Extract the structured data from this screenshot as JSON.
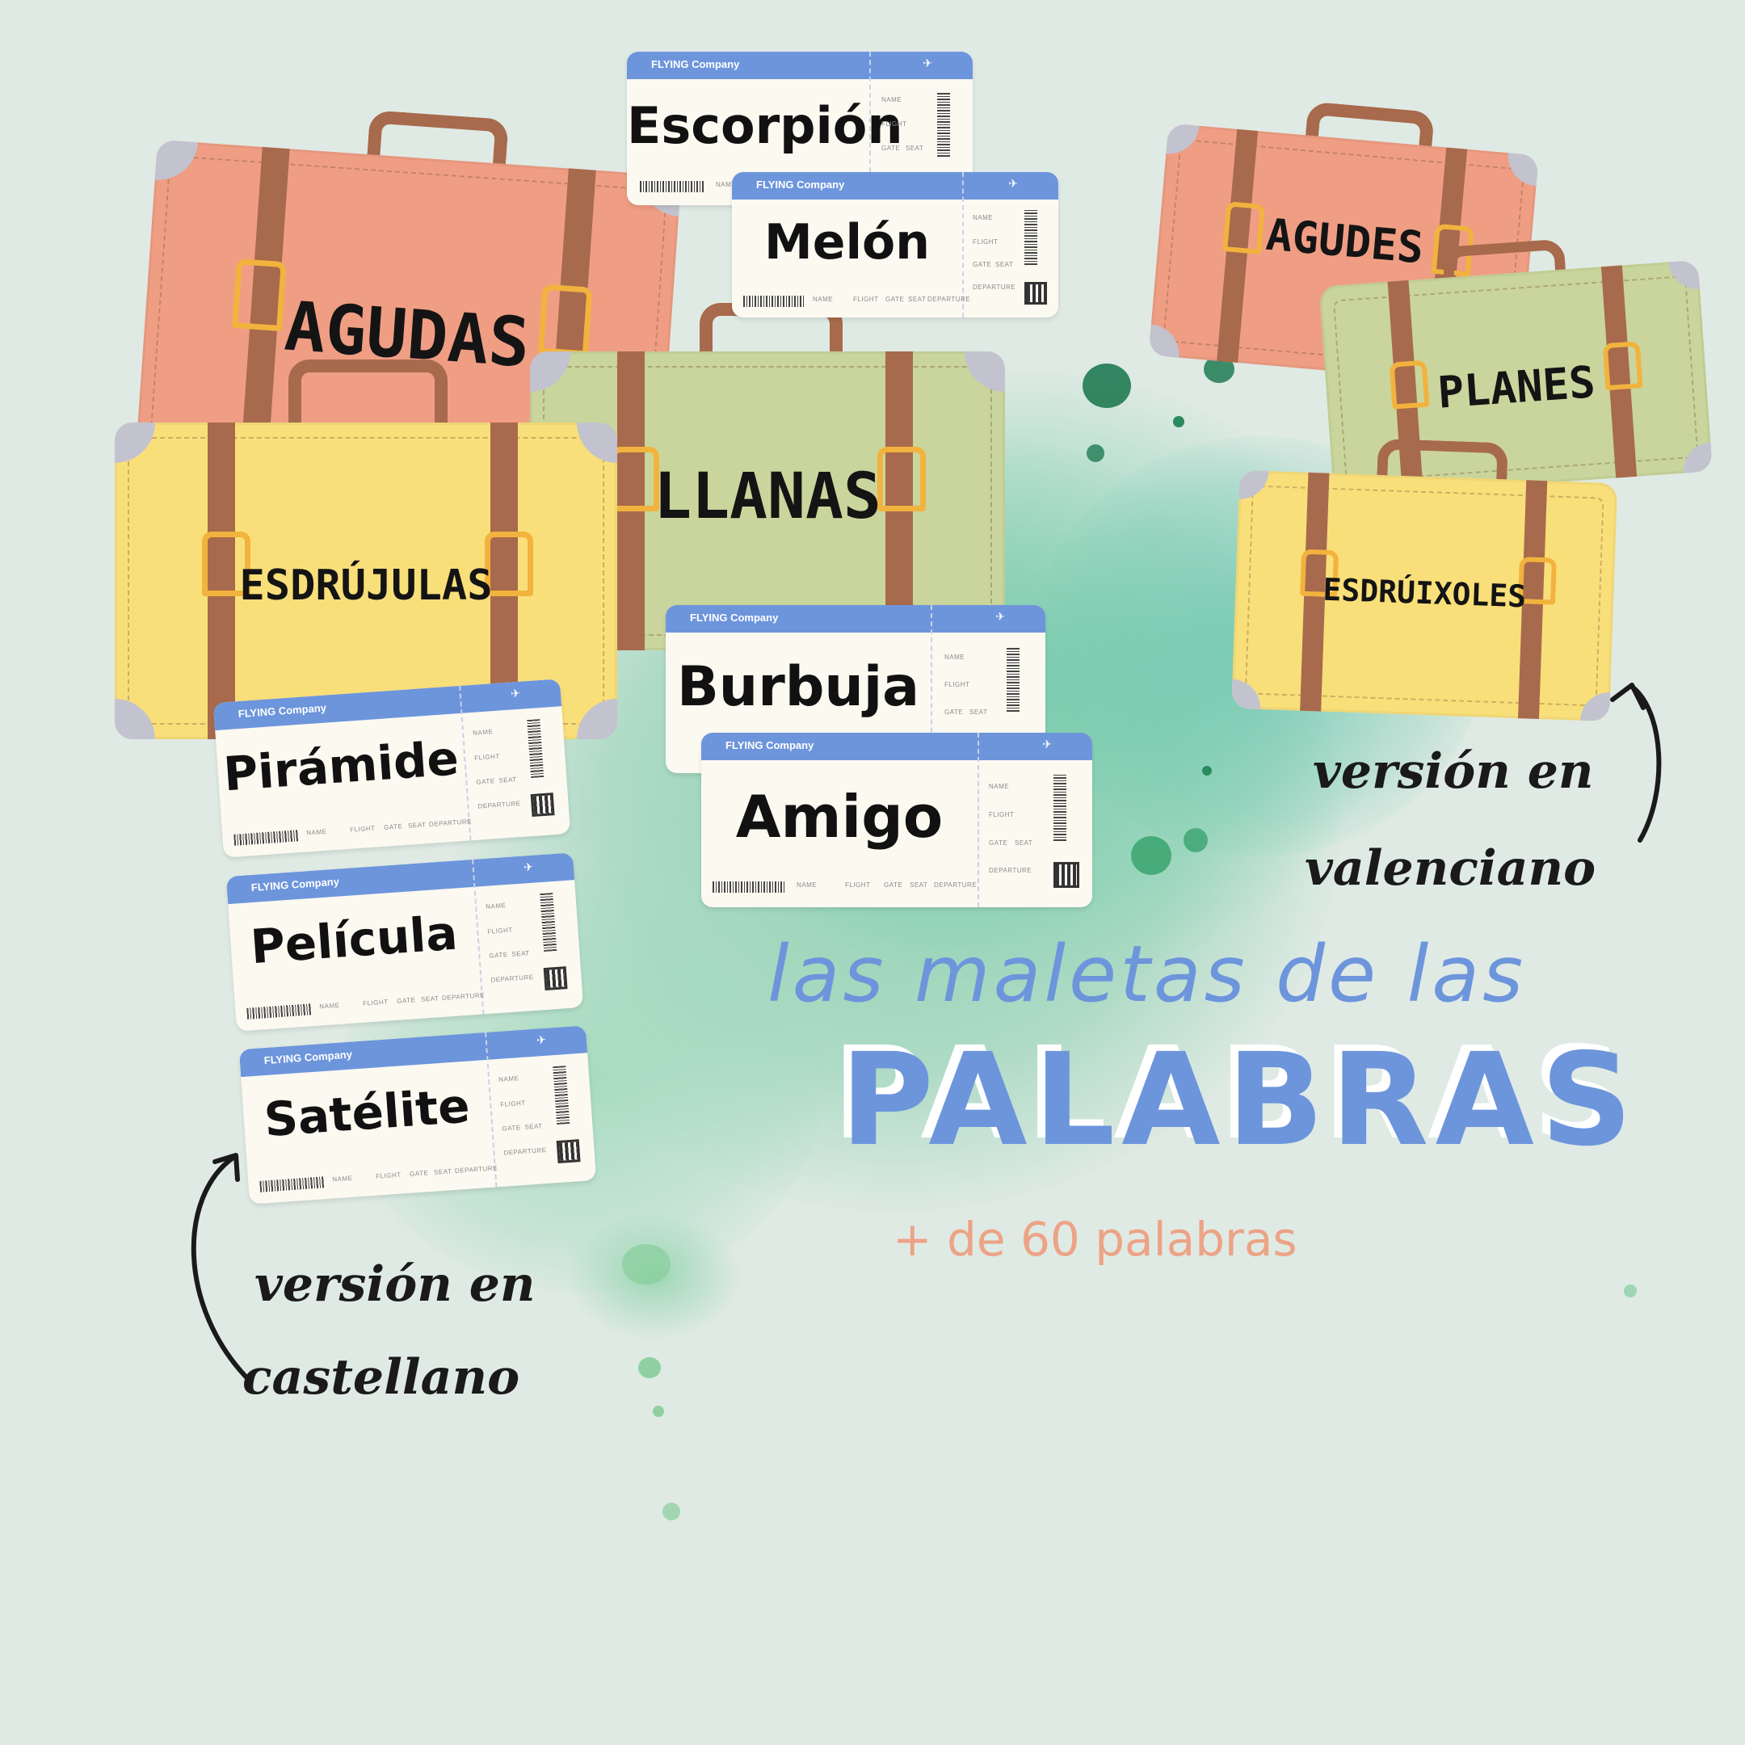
{
  "colors": {
    "background": "#dfeae4",
    "salmon": "#ef9e84",
    "sage": "#c9d59c",
    "yellow": "#f9df7a",
    "strap": "#a86a4c",
    "buckle": "#f2b33e",
    "ticket_blue": "#6d95dc",
    "title_blue": "#6d95dc",
    "subtitle_salmon": "#eda386"
  },
  "suitcases": {
    "agudas": "AGUDAS",
    "llanas": "LLANAS",
    "esdrujulas": "ESDRÚJULAS",
    "agudes": "AGUDES",
    "planes": "PLANES",
    "esdruixoles": "ESDRÚIXOLES"
  },
  "ticket_template": {
    "brand": "FLYING Company",
    "name": "NAME",
    "flight": "FLIGHT",
    "gate": "GATE",
    "seat": "SEAT",
    "departure": "DEPARTURE",
    "plane_icon": "plane-icon"
  },
  "tickets": {
    "escorpion": "Escorpión",
    "melon": "Melón",
    "burbuja": "Burbuja",
    "amigo": "Amigo",
    "piramide": "Pirámide",
    "pelicula": "Película",
    "satelite": "Satélite"
  },
  "annotations": {
    "valenciano_line1": "versión en",
    "valenciano_line2": "valenciano",
    "castellano_line1": "versión en",
    "castellano_line2": "castellano"
  },
  "title": {
    "line1": "las maletas de las",
    "line2": "PALABRAS",
    "subtitle": "+ de 60 palabras"
  }
}
